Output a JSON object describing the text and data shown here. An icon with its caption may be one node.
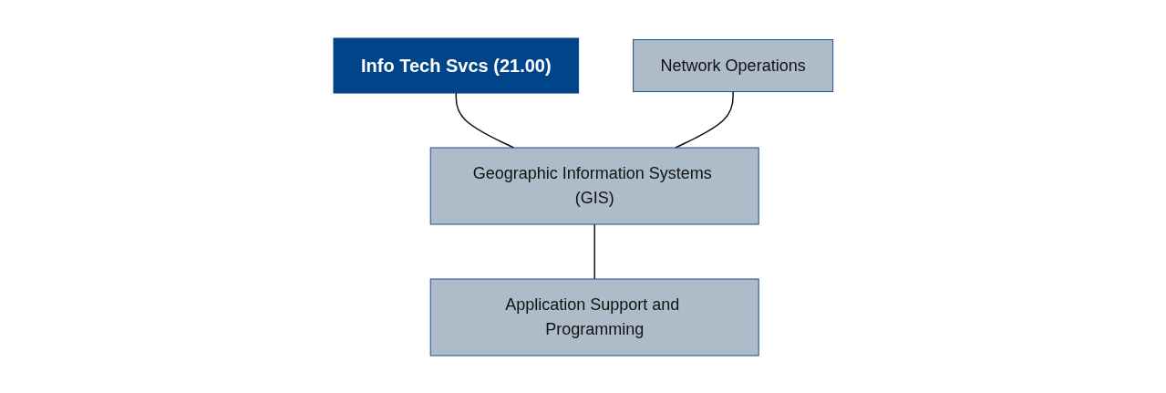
{
  "diagram": {
    "nodes": [
      {
        "text": [
          "Info Tech Svcs (21.00)"
        ]
      },
      {
        "text": [
          "Network Operations"
        ]
      },
      {
        "text": [
          "Geographic Information Systems (GIS)"
        ]
      },
      {
        "text": [
          "Application Support and Programming"
        ]
      }
    ],
    "edges": [
      {
        "from": 0,
        "to": 2,
        "arrow": "none"
      },
      {
        "from": 1,
        "to": 2,
        "arrow": "none"
      },
      {
        "from": 2,
        "to": 3,
        "arrow": "none"
      }
    ]
  }
}
